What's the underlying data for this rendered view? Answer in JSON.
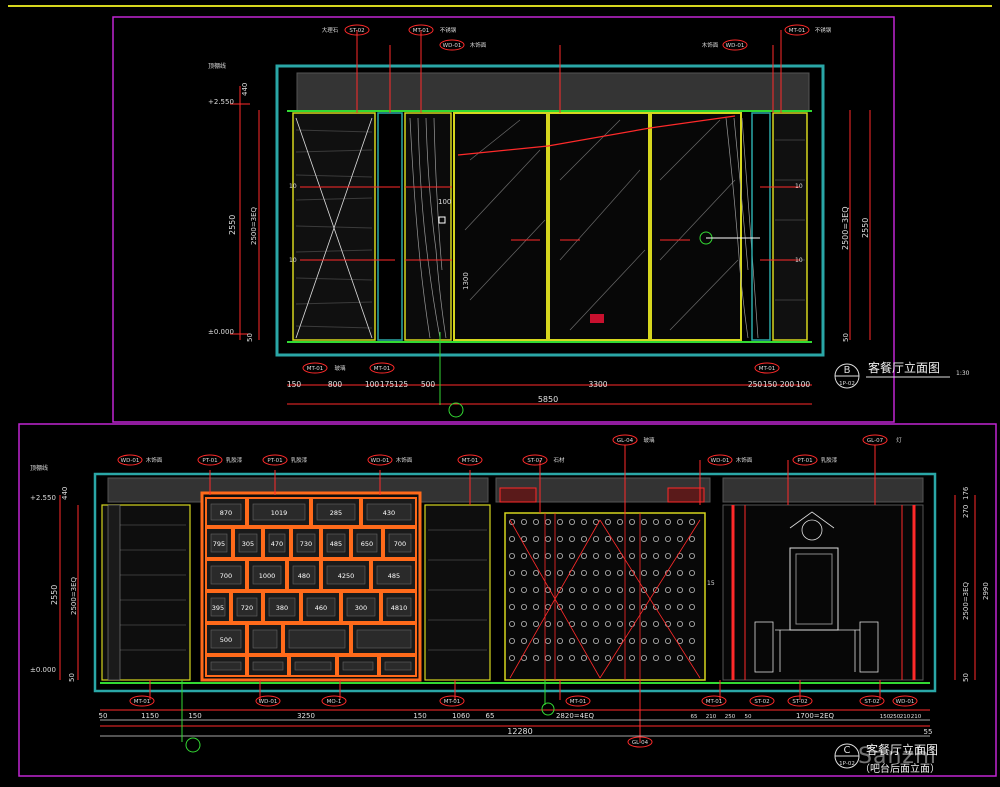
{
  "elevation_b": {
    "title": "客餐厅立面图",
    "scale": "1:30",
    "marker_letter": "B",
    "marker_sheet": "1P-02",
    "level_labels": [
      "+2.550",
      "±0.000"
    ],
    "top_tags": [
      {
        "code": "ST-02",
        "text": "大理石"
      },
      {
        "code": "MT-01",
        "text": "不锈钢"
      },
      {
        "code": "WD-01",
        "text": "木饰面"
      },
      {
        "code": "MT-01",
        "text": "不锈钢"
      },
      {
        "code": "WD-01",
        "text": "木饰面"
      }
    ],
    "bottom_tags": [
      {
        "code": "MT-01",
        "text": "玻璃"
      },
      {
        "code": "MT-01",
        "text": ""
      },
      {
        "code": "MT-01",
        "text": ""
      }
    ],
    "dims_bottom": [
      "150",
      "800",
      "100",
      "175",
      "125",
      "500",
      "3300",
      "250",
      "150",
      "200",
      "100"
    ],
    "dim_total": "5850",
    "dims_left": [
      "440",
      "2550",
      "2500=3EQ",
      "50"
    ],
    "dims_right": [
      "2500=3EQ",
      "2550",
      "50"
    ],
    "annotations": [
      "100",
      "1300",
      "10",
      "顶棚线"
    ]
  },
  "elevation_c": {
    "title": "客餐厅立面图",
    "subtitle": "（吧台后面立面）",
    "marker_letter": "C",
    "marker_sheet": "1P-02",
    "level_labels": [
      "+2.550",
      "±0.000"
    ],
    "top_tags": [
      {
        "code": "WD-01",
        "text": "木饰面"
      },
      {
        "code": "PT-01",
        "text": "乳胶漆"
      },
      {
        "code": "PT-01",
        "text": "乳胶漆"
      },
      {
        "code": "WD-01",
        "text": "木饰面"
      },
      {
        "code": "MT-01",
        "text": ""
      },
      {
        "code": "ST-07",
        "text": "石材"
      },
      {
        "code": "GL-04",
        "text": "玻璃"
      },
      {
        "code": "WD-01",
        "text": "木饰面"
      },
      {
        "code": "PT-01",
        "text": "乳胶漆"
      },
      {
        "code": "GL-07",
        "text": "灯"
      }
    ],
    "bottom_tags": [
      {
        "code": "MT-01",
        "text": ""
      },
      {
        "code": "WD-01",
        "text": ""
      },
      {
        "code": "MO-1",
        "text": ""
      },
      {
        "code": "MT-01",
        "text": ""
      },
      {
        "code": "MT-01",
        "text": ""
      },
      {
        "code": "MT-01",
        "text": ""
      },
      {
        "code": "ST-02",
        "text": ""
      },
      {
        "code": "ST-02",
        "text": ""
      },
      {
        "code": "ST-02",
        "text": ""
      },
      {
        "code": "WD-01",
        "text": ""
      }
    ],
    "shelf_numbers": [
      "870",
      "1019",
      "285",
      "430",
      "795",
      "305",
      "470",
      "730",
      "485",
      "650",
      "700",
      "700",
      "1000",
      "480",
      "4250",
      "485",
      "395",
      "720",
      "380",
      "460",
      "300",
      "4810",
      "500"
    ],
    "dims_bottom": [
      "50",
      "1150",
      "150",
      "3250",
      "150",
      "1060",
      "65",
      "2820=4EQ",
      "65",
      "210",
      "250",
      "50",
      "1700=2EQ",
      "150",
      "250",
      "210",
      "210",
      "55"
    ],
    "dim_total": "12280",
    "dims_left": [
      "440",
      "2550",
      "2500=3EQ",
      "50"
    ],
    "dims_right": [
      "176",
      "270",
      "2500=3EQ",
      "2990",
      "50"
    ],
    "bottom_note": "GL-04",
    "annotations": [
      "顶棚线",
      "15"
    ]
  },
  "watermark": "Sanzhi",
  "colors": {
    "background": "#000000",
    "frame_magenta": "#c026d3",
    "frame_yellow": "#d6d61e",
    "wall_cyan": "#2aa7a7",
    "dim_red": "#ff2a2a",
    "dim_white": "#dcdcdc",
    "line_green": "#33d933",
    "shelf_orange": "#ff6a1a",
    "ceiling_gray": "#3a3a3a"
  }
}
